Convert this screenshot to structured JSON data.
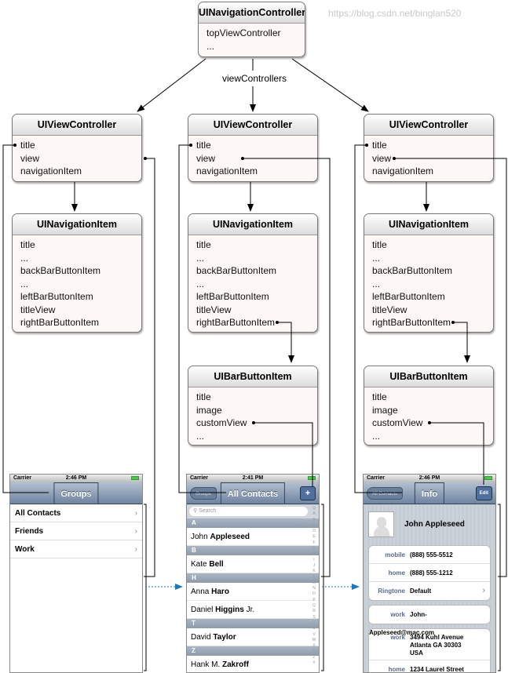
{
  "nav_controller": {
    "title": "UINavigationController",
    "props": [
      "topViewController",
      "..."
    ]
  },
  "edge_label": "viewControllers",
  "view_controller": {
    "title": "UIViewController",
    "props": [
      "title",
      "view",
      "navigationItem"
    ]
  },
  "navigation_item": {
    "title": "UINavigationItem",
    "props": [
      "title",
      "...",
      "backBarButtonItem",
      "...",
      "leftBarButtonItem",
      "titleView",
      "rightBarButtonItem"
    ]
  },
  "bar_button_item": {
    "title": "UIBarButtonItem",
    "props": [
      "title",
      "image",
      "customView",
      "..."
    ]
  },
  "status": {
    "carrier": "Carrier",
    "times": [
      "2:46 PM",
      "2:41 PM",
      "2:46 PM"
    ]
  },
  "screen1": {
    "title": "Groups",
    "rows": [
      "All Contacts",
      "Friends",
      "Work"
    ]
  },
  "screen2": {
    "title": "All Contacts",
    "back": "Groups",
    "right": "+",
    "search_placeholder": "Search",
    "sections": [
      {
        "letter": "A",
        "rows": [
          [
            "John",
            "Appleseed",
            ""
          ]
        ]
      },
      {
        "letter": "B",
        "rows": [
          [
            "Kate",
            "Bell",
            ""
          ]
        ]
      },
      {
        "letter": "H",
        "rows": [
          [
            "Anna",
            "Haro",
            ""
          ],
          [
            "Daniel",
            "Higgins",
            "Jr."
          ]
        ]
      },
      {
        "letter": "T",
        "rows": [
          [
            "David",
            "Taylor",
            ""
          ]
        ]
      },
      {
        "letter": "Z",
        "rows": [
          [
            "Hank M.",
            "Zakroff",
            ""
          ]
        ]
      }
    ],
    "index": "Q A B C D E F G H I J K L M N O P Q R S T U V W X Y Z #"
  },
  "screen3": {
    "title": "Info",
    "back": "All Contacts",
    "right": "Edit",
    "name": "John Appleseed",
    "group1": [
      [
        "mobile",
        "(888) 555-5512"
      ],
      [
        "home",
        "(888) 555-1212"
      ],
      [
        "Ringtone",
        "Default"
      ]
    ],
    "group2": [
      [
        "work",
        "John-Appleseed@mac.com"
      ]
    ],
    "address": {
      "label": "work",
      "lines": "3494 Kuhl Avenue\nAtlanta GA 30303\nUSA"
    },
    "next": [
      "home",
      "1234 Laurel Street"
    ]
  },
  "watermark": "https://blog.csdn.net/binglan520"
}
